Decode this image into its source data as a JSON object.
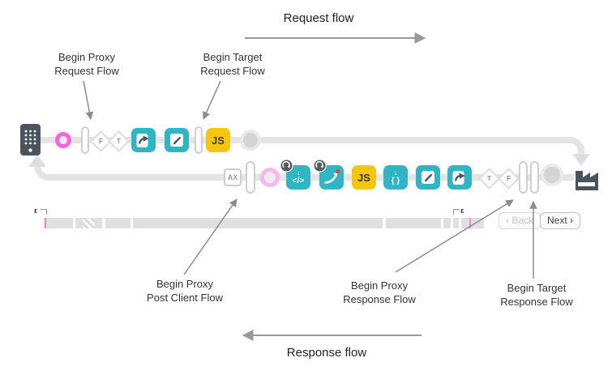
{
  "flow_labels": {
    "request": "Request flow",
    "response": "Response flow"
  },
  "annotations": {
    "proxy_request": "Begin Proxy\nRequest Flow",
    "target_request": "Begin Target\nRequest Flow",
    "proxy_post_client": "Begin Proxy\nPost Client Flow",
    "proxy_response": "Begin Proxy\nResponse Flow",
    "target_response": "Begin Target\nResponse Flow"
  },
  "node_labels": {
    "js": "JS",
    "ax": "AX",
    "condition_true": "T",
    "condition_false": "F"
  },
  "icon_glyphs": {
    "down_arrow": "↓",
    "code": "</>",
    "braces": "{ }"
  },
  "timeline": {
    "left_marker": "ε",
    "right_marker": "ε"
  },
  "pager": {
    "back": "‹ Back",
    "next": "Next ›"
  },
  "colors": {
    "teal": "#2fb5c4",
    "yellow": "#f6c60d",
    "vivid_pink": "#f964da",
    "pale_pink": "#f6b6ee",
    "slate": "#4b545e",
    "track_gray": "#e4e4e4",
    "badge_gray": "#58595b",
    "red_dot": "#e8402a"
  }
}
